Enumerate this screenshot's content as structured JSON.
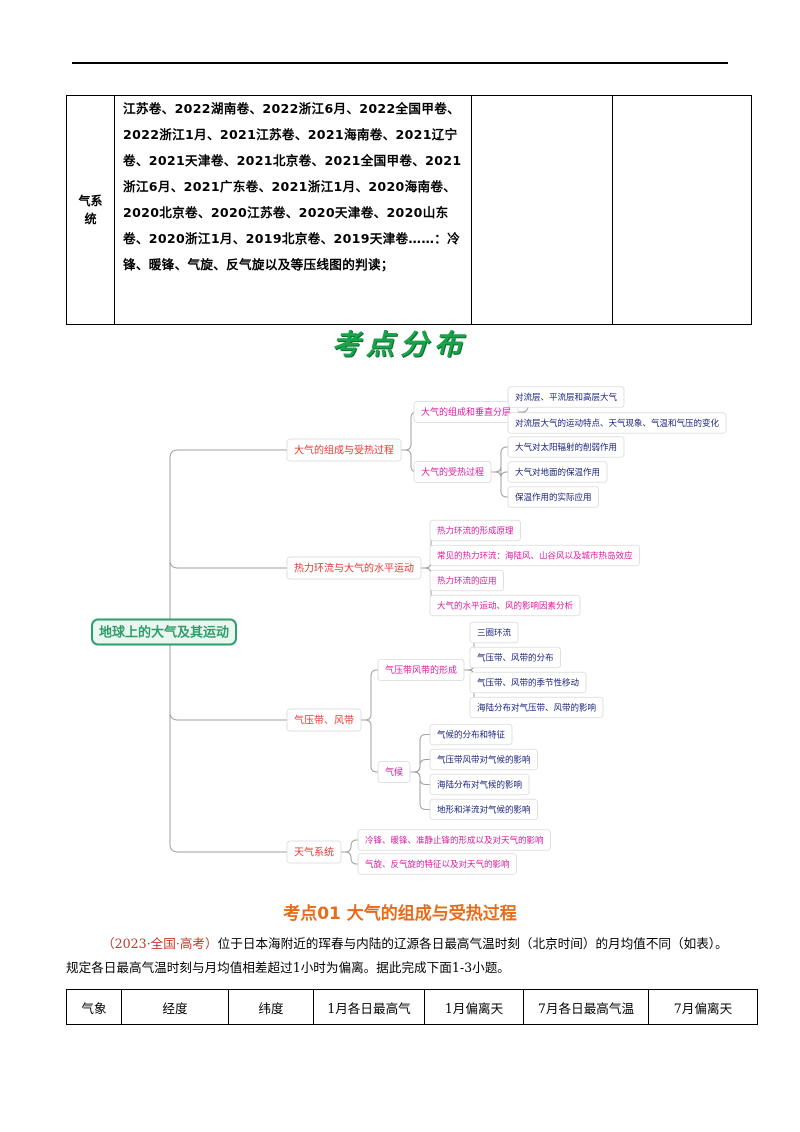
{
  "top_table": {
    "label": "气系统",
    "text": "江苏卷、2022湖南卷、2022浙江6月、2022全国甲卷、2022浙江1月、2021江苏卷、2021海南卷、2021辽宁卷、2021天津卷、2021北京卷、2021全国甲卷、2021浙江6月、2021广东卷、2021浙江1月、2020海南卷、2020北京卷、2020江苏卷、2020天津卷、2020山东卷、2020浙江1月、2019北京卷、2019天津卷……：冷锋、暖锋、气旋、反气旋以及等压线图的判读；"
  },
  "distribution_heading": "考点分布",
  "mindmap": {
    "root": "地球上的大气及其运动",
    "branches": [
      {
        "label": "大气的组成与受热过程",
        "subs": [
          {
            "label": "大气的组成和垂直分层",
            "leaves": [
              "对流层、平流层和高层大气",
              "对流层大气的运动特点、天气现象、气温和气压的变化"
            ]
          },
          {
            "label": "大气的受热过程",
            "leaves": [
              "大气对太阳辐射的削弱作用",
              "大气对地面的保温作用",
              "保温作用的实际应用"
            ]
          }
        ]
      },
      {
        "label": "热力环流与大气的水平运动",
        "leaves": [
          "热力环流的形成原理",
          "常见的热力环流：海陆风、山谷风以及城市热岛效应",
          "热力环流的应用",
          "大气的水平运动、风的影响因素分析"
        ]
      },
      {
        "label": "气压带、风带",
        "subs": [
          {
            "label": "气压带风带的形成",
            "leaves": [
              "三圈环流",
              "气压带、风带的分布",
              "气压带、风带的季节性移动",
              "海陆分布对气压带、风带的影响"
            ]
          },
          {
            "label": "气候",
            "leaves": [
              "气候的分布和特征",
              "气压带风带对气候的影响",
              "海陆分布对气候的影响",
              "地形和洋流对气候的影响"
            ]
          }
        ]
      },
      {
        "label": "天气系统",
        "leaves": [
          "冷锋、暖锋、准静止锋的形成以及对天气的影响",
          "气旋、反气旋的特征以及对天气的影响"
        ]
      }
    ]
  },
  "section": {
    "title": "考点01  大气的组成与受热过程",
    "source": "（2023·全国·高考）",
    "text": "位于日本海附近的珲春与内陆的辽源各日最高气温时刻（北京时间）的月均值不同（如表）。规定各日最高气温时刻与月均值相差超过1小时为偏离。据此完成下面1-3小题。"
  },
  "bottom_table": {
    "headers": [
      "气象",
      "经度",
      "纬度",
      "1月各日最高气",
      "1月偏离天",
      "7月各日最高气温",
      "7月偏离天"
    ]
  },
  "colors": {
    "root": "#2e9e6b",
    "branch": "#e53935",
    "sub": "#d81b9c",
    "leaf_pink": "#d81b9c",
    "leaf_blue": "#1a237e",
    "line": "#a0a0a0",
    "heading": "#19a34a",
    "section": "#e66c1b"
  }
}
